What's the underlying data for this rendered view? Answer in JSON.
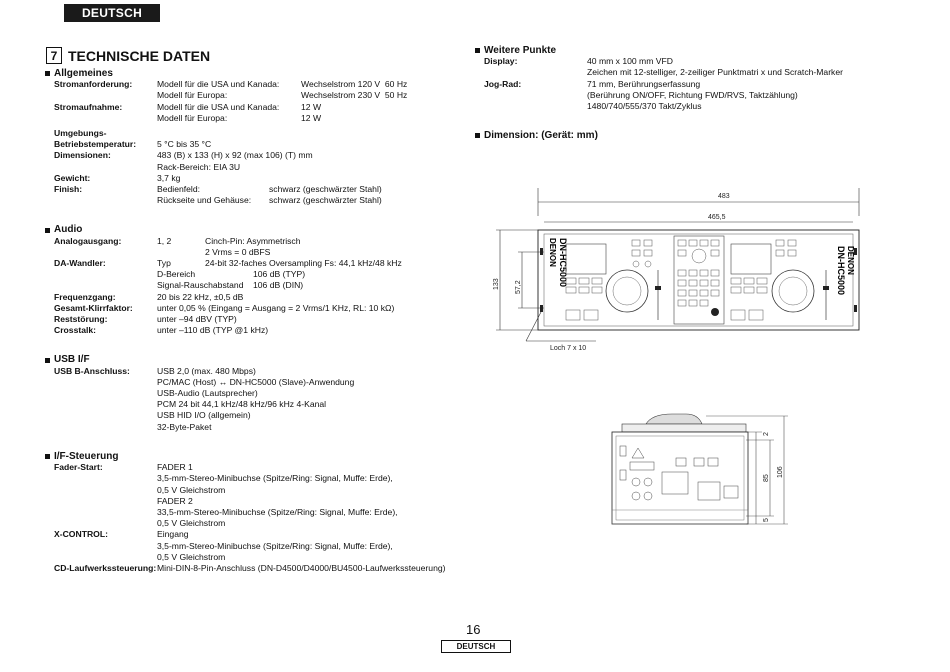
{
  "header": {
    "language": "DEUTSCH"
  },
  "section": {
    "number": "7",
    "title": "TECHNISCHE DATEN"
  },
  "allgemeines": {
    "heading": "Allgemeines",
    "strom_key": "Stromanforderung:",
    "strom_usa_label": "Modell für die USA und Kanada:",
    "strom_usa_value": "Wechselstrom 120 V  60 Hz",
    "strom_eu_label": "Modell für Europa:",
    "strom_eu_value": "Wechselstrom 230 V  50 Hz",
    "aufnahme_key": "Stromaufnahme:",
    "aufnahme_usa_label": "Modell für die USA und Kanada:",
    "aufnahme_usa_value": "12 W",
    "aufnahme_eu_label": "Modell für Europa:",
    "aufnahme_eu_value": "12 W",
    "umgebung_key1": "Umgebungs-",
    "umgebung_key2": "Betriebstemperatur:",
    "umgebung_value": "5 °C bis 35 °C",
    "dimensionen_key": "Dimensionen:",
    "dimensionen_value1": "483 (B) x 133 (H) x 92 (max 106) (T) mm",
    "dimensionen_value2": "Rack-Bereich: EIA 3U",
    "gewicht_key": "Gewicht:",
    "gewicht_value": "3,7 kg",
    "finish_key": "Finish:",
    "finish_label1": "Bedienfeld:",
    "finish_value1": "schwarz (geschwärzter Stahl)",
    "finish_label2": "Rückseite und Gehäuse:",
    "finish_value2": "schwarz (geschwärzter Stahl)"
  },
  "audio": {
    "heading": "Audio",
    "analog_key": "Analogausgang:",
    "analog_a": "1, 2",
    "analog_b1": "Cinch-Pin: Asymmetrisch",
    "analog_b2": "2 Vrms = 0 dBFS",
    "da_key": "DA-Wandler:",
    "da_a": "Typ",
    "da_b": "24-bit 32-faches Oversampling Fs: 44,1 kHz/48 kHz",
    "da_d_label": "D-Bereich",
    "da_d_value": "106 dB (TYP)",
    "da_s_label": "Signal-Rauschabstand",
    "da_s_value": "106 dB (DIN)",
    "freq_key": "Frequenzgang:",
    "freq_value": "20 bis 22 kHz, ±0,5 dB",
    "klirr_key": "Gesamt-Klirrfaktor:",
    "klirr_value": "unter 0,05 % (Eingang = Ausgang = 2 Vrms/1 KHz, RL: 10 kΩ)",
    "rest_key": "Reststörung:",
    "rest_value": "unter –94 dBV (TYP)",
    "cross_key": "Crosstalk:",
    "cross_value": "unter –110 dB (TYP @1 kHz)"
  },
  "usb": {
    "heading": "USB I/F",
    "key": "USB B-Anschluss:",
    "lines": [
      "USB 2,0 (max. 480 Mbps)",
      "PC/MAC (Host) ↔ DN-HC5000 (Slave)-Anwendung",
      "USB-Audio (Lautsprecher)",
      "PCM 24 bit 44,1 kHz/48 kHz/96 kHz 4-Kanal",
      "USB HID I/O (allgemein)",
      "32-Byte-Paket"
    ]
  },
  "if_steuerung": {
    "heading": "I/F-Steuerung",
    "fader_key": "Fader-Start:",
    "fader_lines": [
      "FADER 1",
      "3,5-mm-Stereo-Minibuchse (Spitze/Ring: Signal, Muffe: Erde),",
      "0,5 V Gleichstrom",
      "FADER 2",
      "33,5-mm-Stereo-Minibuchse (Spitze/Ring: Signal, Muffe: Erde),",
      "0,5 V Gleichstrom"
    ],
    "xcontrol_key": "X-CONTROL:",
    "xcontrol_lines": [
      "Eingang",
      "3,5-mm-Stereo-Minibuchse (Spitze/Ring: Signal, Muffe: Erde),",
      "0,5 V Gleichstrom"
    ],
    "cd_key": "CD-Laufwerkssteuerung:",
    "cd_value": "Mini-DIN-8-Pin-Anschluss (DN-D4500/D4000/BU4500-Laufwerkssteuerung)"
  },
  "weitere": {
    "heading": "Weitere Punkte",
    "display_key": "Display:",
    "display_lines": [
      "40 mm x 100 mm VFD",
      "Zeichen mit 12-stelliger, 2-zeiliger Punktmatri x und Scratch-Marker"
    ],
    "jog_key": "Jog-Rad:",
    "jog_lines": [
      "71 mm, Berührungserfassung",
      "(Berührung ON/OFF, Richtung FWD/RVS, Taktzählung)",
      "1480/740/555/370 Takt/Zyklus"
    ]
  },
  "dimension": {
    "heading": "Dimension: (Gerät: mm)",
    "width_total": "483",
    "width_inner": "465,5",
    "height_total": "133",
    "height_inner": "57,2",
    "hole_label": "Loch 7 x 10",
    "brand": "DENON",
    "model": "DN-HC5000",
    "side_height": "106",
    "side_body": "85",
    "side_top": "2",
    "side_bottom": "5"
  },
  "footer": {
    "page_number": "16",
    "language": "DEUTSCH"
  }
}
